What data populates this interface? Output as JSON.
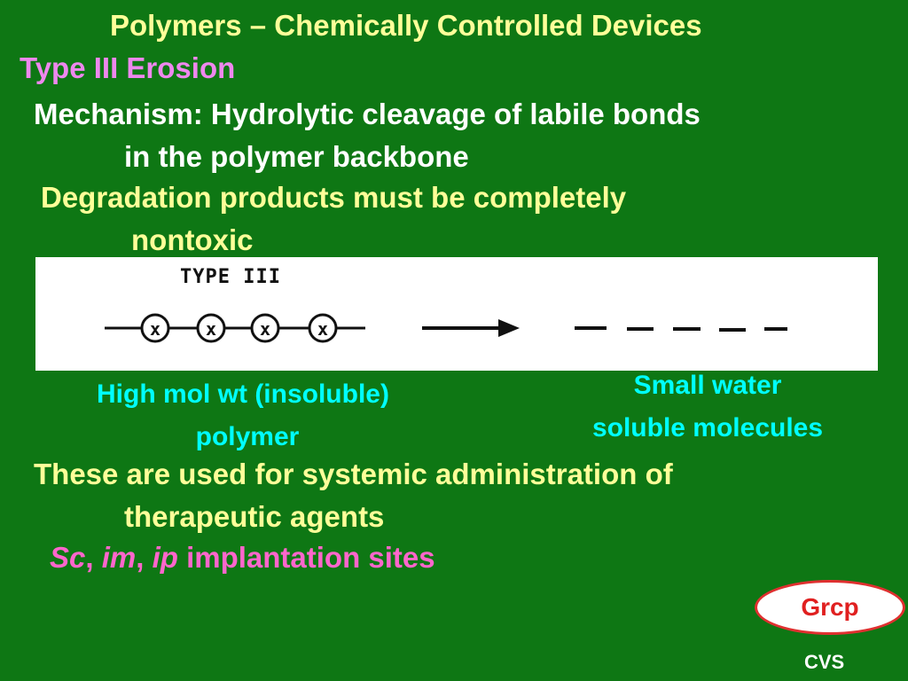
{
  "slide": {
    "title": "Polymers – Chemically Controlled Devices",
    "subtitle": "Type III Erosion",
    "mechanism_line1": "Mechanism: Hydrolytic cleavage of labile bonds",
    "mechanism_line2": "in the polymer backbone",
    "degradation_line1": "Degradation products must be completely",
    "degradation_line2": "nontoxic",
    "diagram": {
      "label": "TYPE III",
      "node_symbol": "x"
    },
    "left_caption_line1": "High mol wt (insoluble)",
    "left_caption_line2": "polymer",
    "right_caption_line1": "Small water",
    "right_caption_line2": "soluble molecules",
    "usage_line1": "These are used for systemic administration of",
    "usage_line2": "therapeutic agents",
    "sites": {
      "sc": "Sc",
      "comma1": ", ",
      "im": "im",
      "comma2": ", ",
      "ip": "ip",
      "rest": " implantation sites"
    },
    "badge": "Grcp",
    "footer": "CVS"
  },
  "colors": {
    "background": "#0e7714",
    "title": "#ffff99",
    "subtitle": "#ee88ee",
    "cyan": "#00ffff",
    "pink": "#ff66cc",
    "badge_border": "#e03030"
  }
}
